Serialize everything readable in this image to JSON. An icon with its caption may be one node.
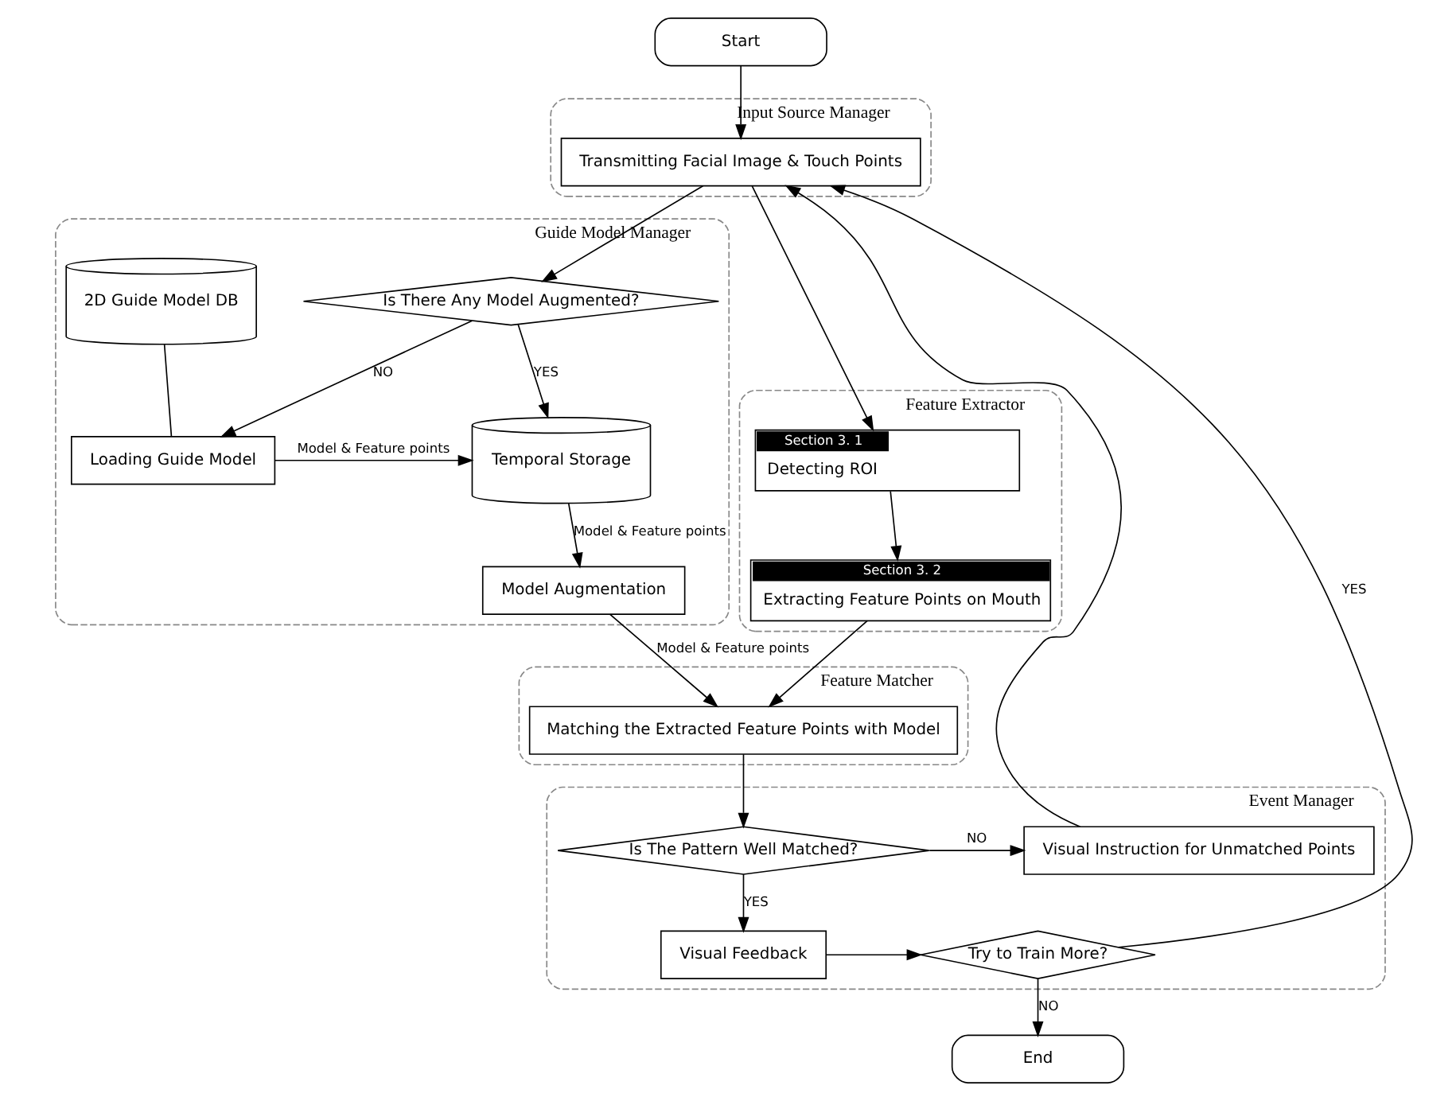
{
  "diagram": {
    "nodes": [
      {
        "text": [
          "Start"
        ]
      },
      {
        "text": [
          "Input Source Manager"
        ]
      },
      {
        "text": [
          "Transmitting Facial Image & Touch Points"
        ],
        "in": 1
      },
      {
        "text": [
          "Feature Extractor"
        ]
      },
      {
        "text": [
          "Section 3. 1",
          "Detecting ROI"
        ],
        "in": 3
      },
      {
        "text": [
          "Section 3. 2",
          "Extracting Feature Points on Mouth"
        ],
        "in": 3
      },
      {
        "text": [
          "Guide Model Manager"
        ]
      },
      {
        "text": [
          "Is There Any Model Augmented?"
        ],
        "in": 6
      },
      {
        "text": [
          "Temporal Storage"
        ],
        "in": 6
      },
      {
        "text": [
          "Loading Guide Model"
        ],
        "in": 6
      },
      {
        "text": [
          "2D Guide Model DB"
        ],
        "in": 6
      },
      {
        "text": [
          "Model Augmentation"
        ],
        "in": 6
      },
      {
        "text": [
          "Feature Matcher"
        ]
      },
      {
        "text": [
          "Matching the Extracted Feature Points with Model"
        ],
        "in": 12
      },
      {
        "text": [
          "Event Manager"
        ]
      },
      {
        "text": [
          "Is The Pattern Well Matched?"
        ],
        "in": 14
      },
      {
        "text": [
          "Visual Instruction for Unmatched Points"
        ],
        "in": 14
      },
      {
        "text": [
          "Visual Feedback"
        ],
        "in": 14
      },
      {
        "text": [
          "Try to Train More?"
        ],
        "in": 14
      },
      {
        "text": [
          "End"
        ]
      }
    ],
    "edges": [
      {
        "from": 0,
        "to": 2,
        "arrow": "to"
      },
      {
        "from": 2,
        "to": 4,
        "arrow": "to"
      },
      {
        "from": 2,
        "to": 7,
        "arrow": "to"
      },
      {
        "from": 4,
        "to": 5,
        "arrow": "to"
      },
      {
        "from": 5,
        "to": 13,
        "arrow": "to"
      },
      {
        "from": 7,
        "to": 8,
        "arrow": "to",
        "label": "YES"
      },
      {
        "from": 7,
        "to": 9,
        "arrow": "to",
        "label": "NO"
      },
      {
        "from": 9,
        "to": 8,
        "arrow": "to",
        "label": "Model & Feature points"
      },
      {
        "from": 10,
        "to": 9,
        "arrow": "none"
      },
      {
        "from": 8,
        "to": 11,
        "arrow": "to",
        "label": "Model & Feature points"
      },
      {
        "from": 11,
        "to": 13,
        "arrow": "to",
        "label": "Model & Feature points"
      },
      {
        "from": 13,
        "to": 15,
        "arrow": "to"
      },
      {
        "from": 15,
        "to": 16,
        "arrow": "to",
        "label": "NO"
      },
      {
        "from": 15,
        "to": 17,
        "arrow": "to",
        "label": "YES"
      },
      {
        "from": 16,
        "to": 2,
        "arrow": "to"
      },
      {
        "from": 17,
        "to": 18,
        "arrow": "to"
      },
      {
        "from": 18,
        "to": 19,
        "arrow": "to",
        "label": "NO"
      },
      {
        "from": 18,
        "to": 2,
        "arrow": "to",
        "label": "YES"
      }
    ]
  }
}
